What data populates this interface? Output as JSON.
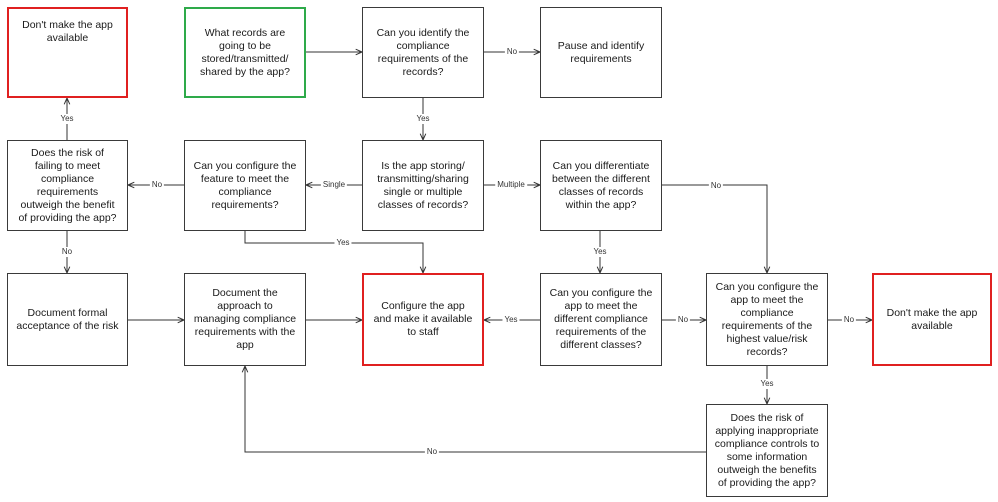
{
  "nodes": {
    "dont_make_app_top": "Don't make the app available",
    "what_records": "What records are going to be stored/transmitted/ shared by the app?",
    "identify_requirements": "Can you identify the compliance requirements of the records?",
    "pause_identify": "Pause and identify requirements",
    "risk_failing": "Does the risk of failing to meet compliance requirements outweigh the benefit of providing the app?",
    "configure_feature": "Can you configure the feature to meet the compliance requirements?",
    "single_or_multiple": "Is the app storing/ transmitting/sharing single or multiple classes of records?",
    "differentiate_classes": "Can you differentiate between the different classes of records within the app?",
    "document_acceptance": "Document formal acceptance of the risk",
    "document_approach": "Document the approach to managing compliance requirements with the app",
    "configure_available": "Configure the app and make it available to staff",
    "configure_different": "Can you configure the app to meet the different compliance requirements of the different classes?",
    "configure_highest": "Can you configure the app to meet the compliance requirements of the highest value/risk records?",
    "dont_make_app_right": "Don't make the app available",
    "risk_inappropriate": "Does the risk of applying inappropriate compliance controls to some information outweigh the benefits of providing the app?"
  },
  "edges": {
    "identify_to_pause": "No",
    "identify_to_single": "Yes",
    "single_to_feature": "Single",
    "single_to_differentiate": "Multiple",
    "feature_to_risk": "No",
    "risk_to_dont": "Yes",
    "risk_to_document": "No",
    "feature_to_configure": "Yes",
    "differentiate_to_configure_different": "Yes",
    "differentiate_to_highest": "No",
    "different_to_available": "Yes",
    "different_to_highest": "No",
    "highest_to_dont": "No",
    "highest_to_risk_inappropriate": "Yes",
    "inappropriate_to_approach": "No"
  }
}
